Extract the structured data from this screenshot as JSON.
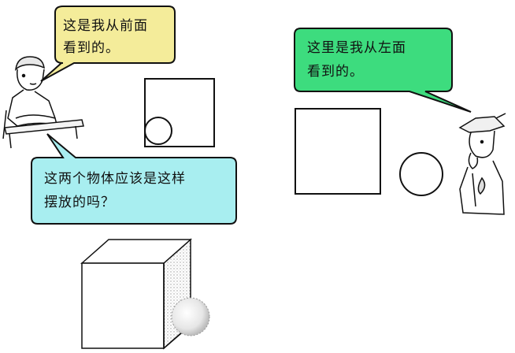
{
  "bubbles": {
    "front_view": {
      "line1": "这是我从前面",
      "line2": "看到的。"
    },
    "left_view": {
      "line1": "这里是我从左面",
      "line2": "看到的。"
    },
    "question": {
      "line1": "这两个物体应该是这样",
      "line2": "摆放的吗？"
    }
  },
  "colors": {
    "front_bubble": "#f4ec9a",
    "left_bubble": "#3ddc7e",
    "question_bubble": "#a8eef0",
    "outline": "#111111"
  },
  "icons": {
    "boy_front": "boy-at-desk-icon",
    "boy_side": "boy-thinking-icon"
  }
}
